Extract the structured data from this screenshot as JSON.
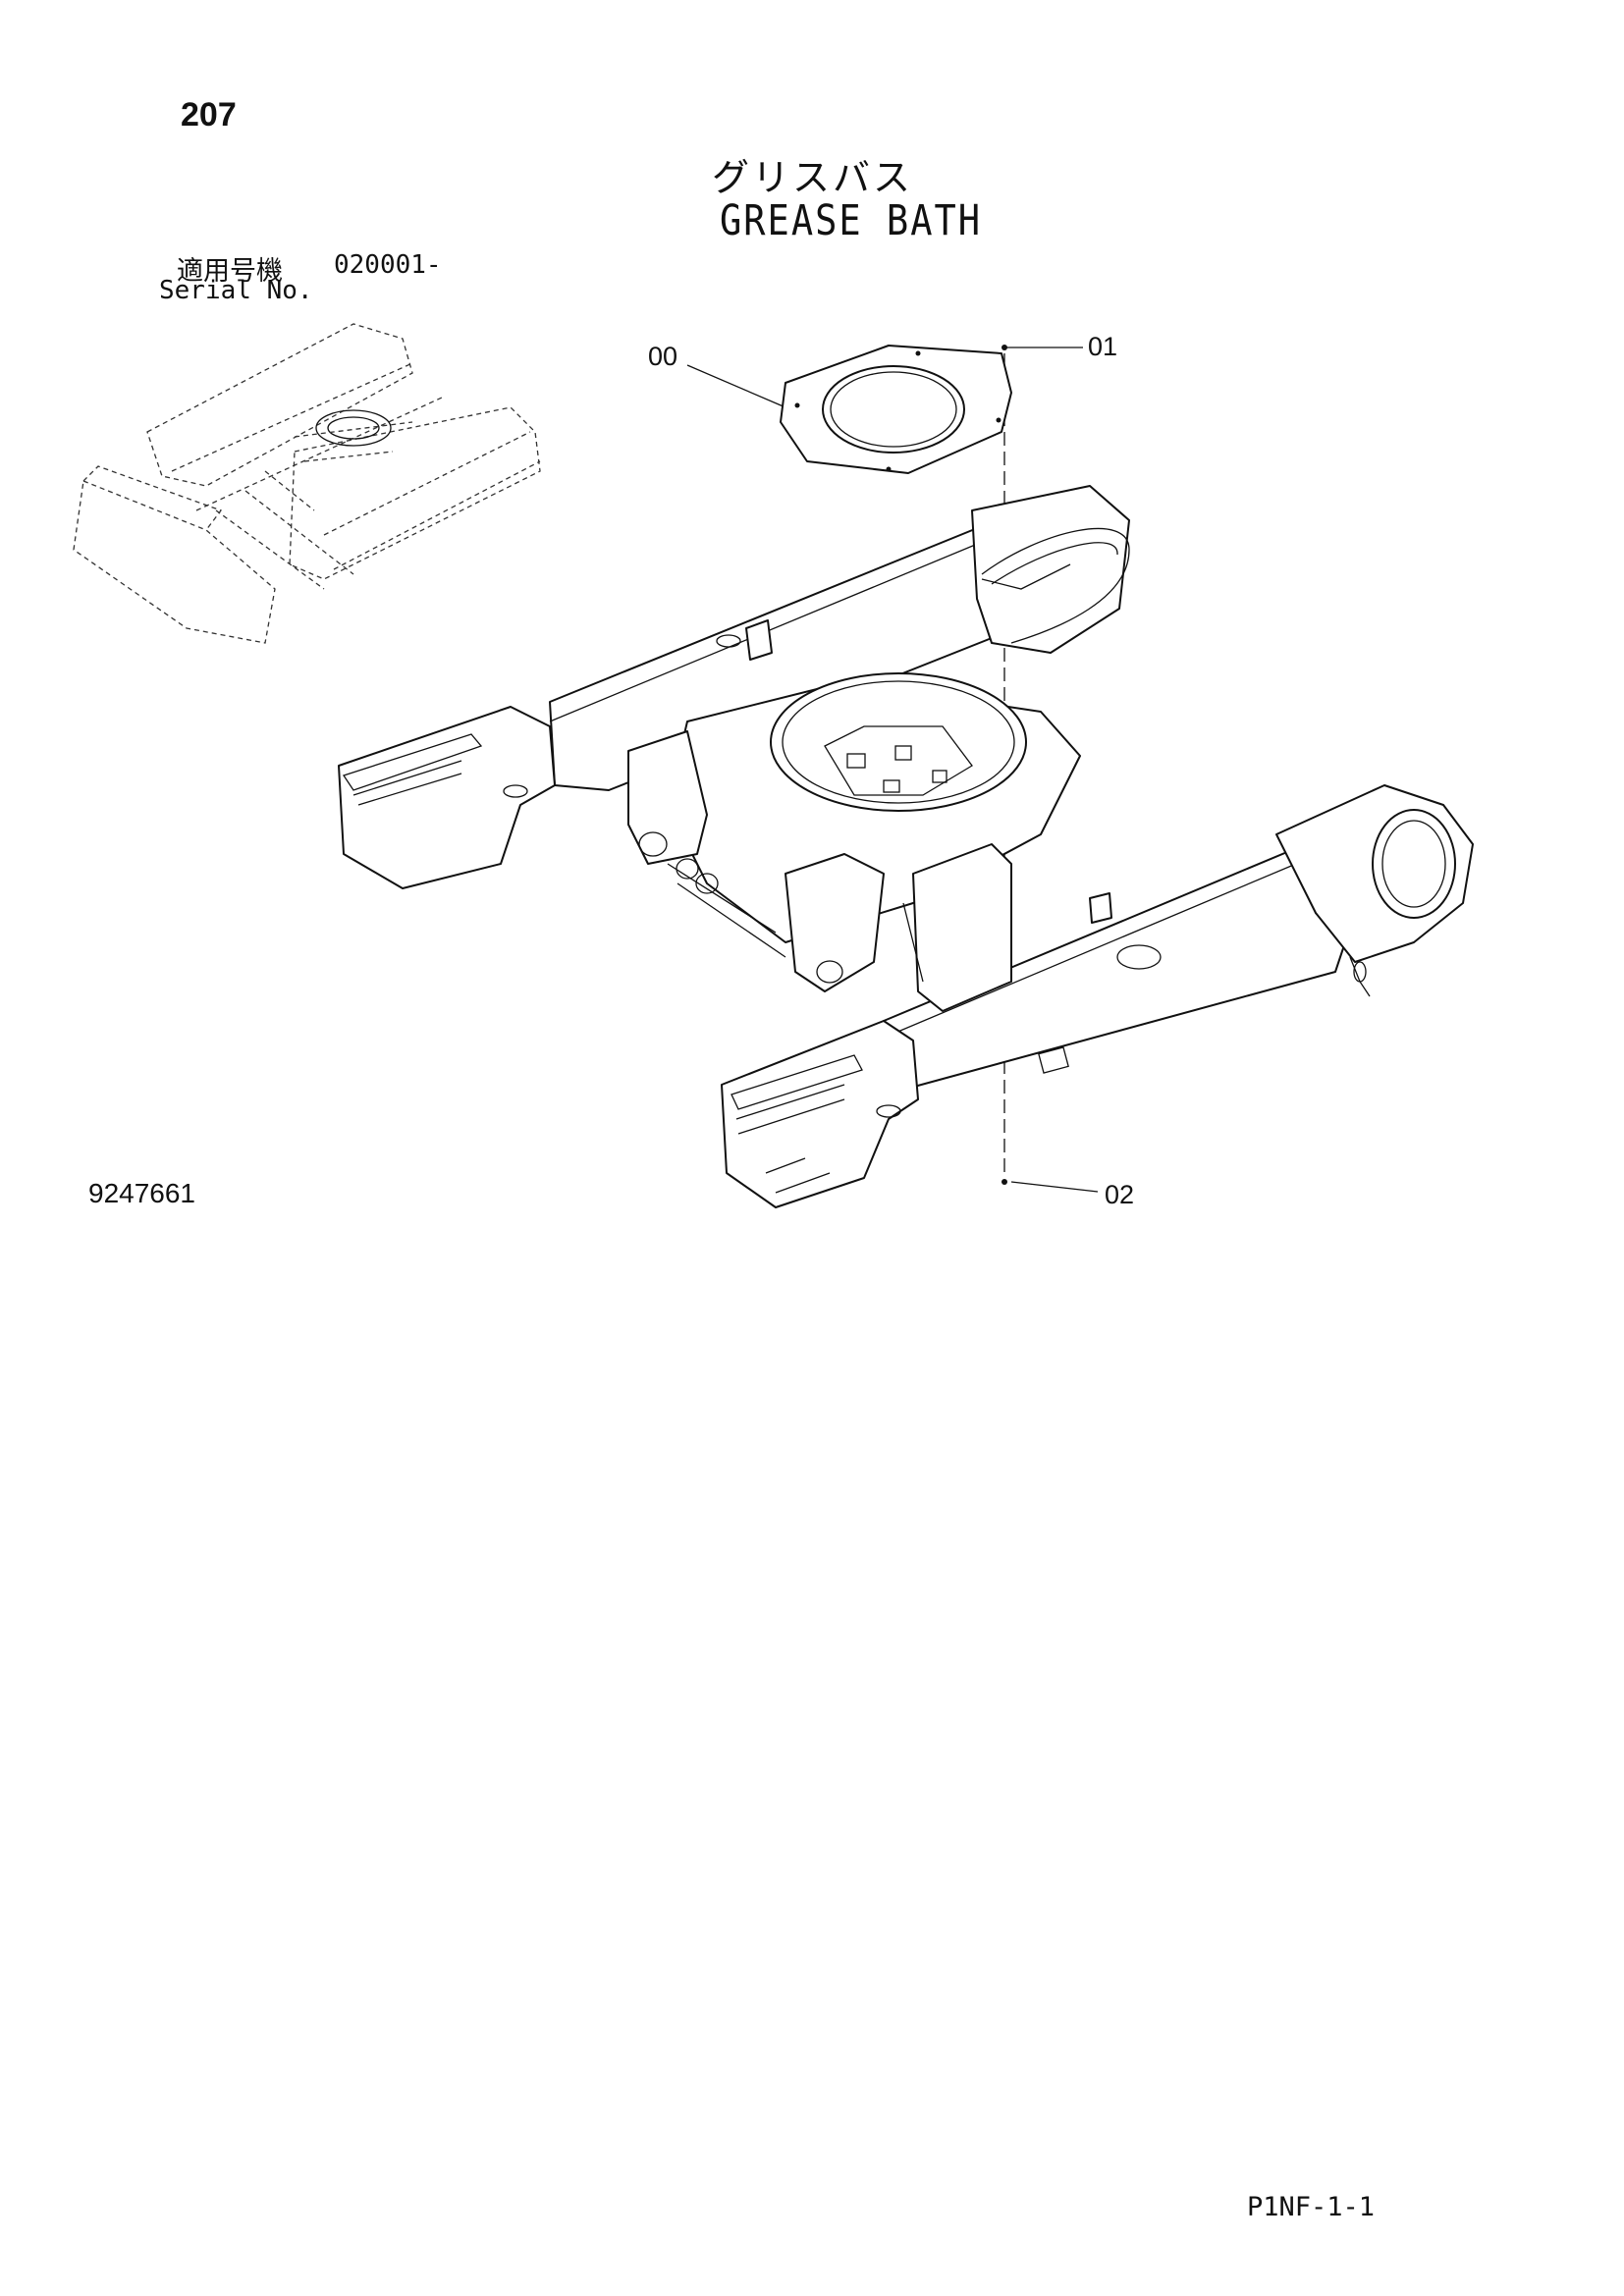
{
  "page": {
    "number": "207",
    "title_jp": "グリスバス",
    "title_en": "GREASE BATH",
    "serial_label_jp": "適用号機",
    "serial_value": "020001-",
    "serial_label_en": "Serial No.",
    "drawing_number": "9247661",
    "footer_code": "P1NF-1-1"
  },
  "callouts": {
    "c00": "00",
    "c01": "01",
    "c02": "02"
  },
  "icons": {
    "locator": "machine-locator-icon",
    "main": "undercarriage-track-frame-drawing"
  }
}
